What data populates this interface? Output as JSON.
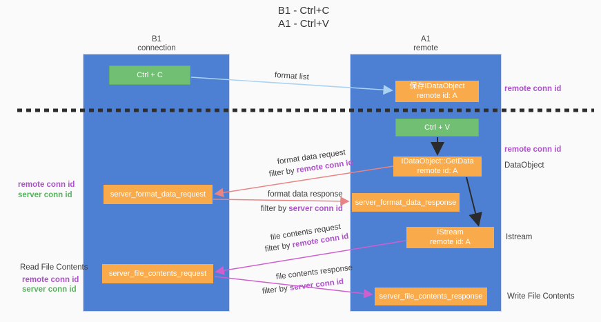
{
  "title": {
    "line1": "B1 - Ctrl+C",
    "line2": "A1 - Ctrl+V"
  },
  "columns": {
    "left": {
      "name": "B1",
      "role": "connection"
    },
    "right": {
      "name": "A1",
      "role": "remote"
    }
  },
  "boxes": {
    "ctrl_c": {
      "label": "Ctrl + C"
    },
    "save_idataobject": {
      "line1": "保存IDataObject",
      "line2": "remote id: A"
    },
    "ctrl_v": {
      "label": "Ctrl + V"
    },
    "getdata": {
      "line1": "IDataObject::GetData",
      "line2": "remote id: A"
    },
    "server_format_data_request": {
      "label": "server_format_data_request"
    },
    "server_format_data_response": {
      "label": "server_format_data_response"
    },
    "istream": {
      "line1": "IStream",
      "line2": "remote id: A"
    },
    "server_file_contents_request": {
      "label": "server_file_contents_request"
    },
    "server_file_contents_response": {
      "label": "server_file_contents_response"
    }
  },
  "arrow_labels": {
    "format_list": "format list",
    "format_data_request": "format data request",
    "format_data_response": "format data response",
    "file_contents_request": "file contents request",
    "file_contents_response": "file contents response",
    "filter_by": "filter by",
    "remote_conn_id": "remote conn id",
    "server_conn_id": "server conn id"
  },
  "annotations": {
    "remote_conn_id": "remote conn id",
    "server_conn_id": "server conn id",
    "dataobject": "DataObject",
    "istream": "Istream",
    "read_file_contents": "Read File Contents",
    "write_file_contents": "Write File Contents"
  },
  "colors": {
    "column_blue": "#4d80d3",
    "box_orange": "#f9aa4b",
    "box_green": "#71bf73",
    "conn_id_purple": "#ad52c8",
    "conn_id_green": "#56b35c",
    "arrow_red": "#e88484",
    "arrow_magenta": "#cf5ecf",
    "arrow_lightblue": "#aad2f2",
    "arrow_black": "#2b2b2b",
    "dashed_line": "#2e2e2e"
  }
}
